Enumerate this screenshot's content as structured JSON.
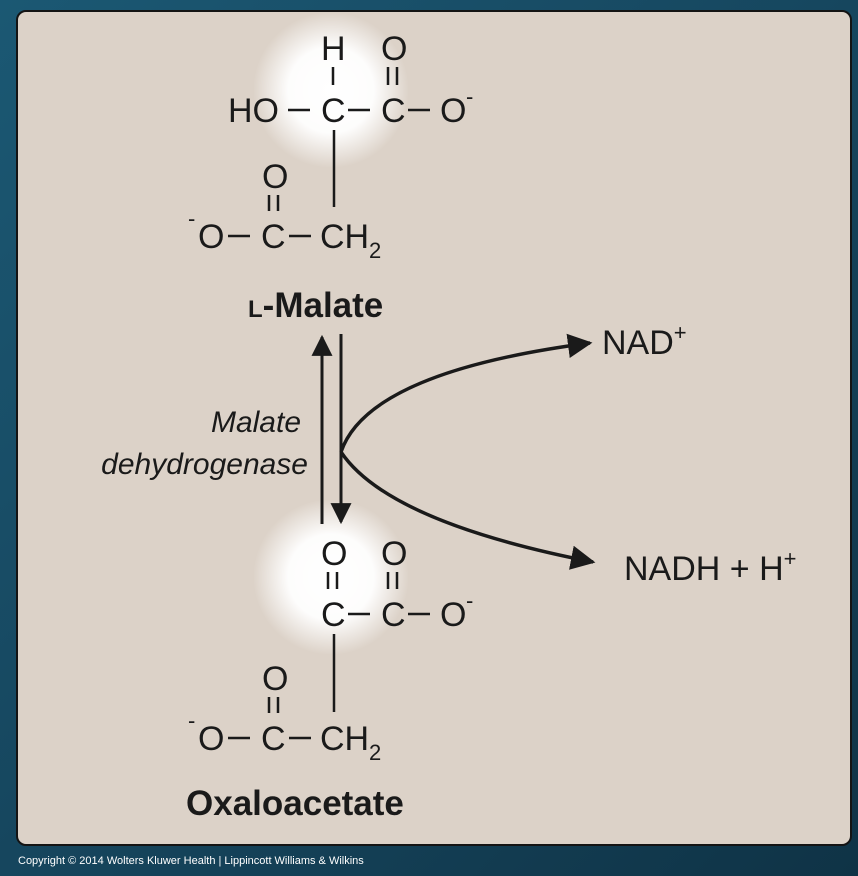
{
  "malate": {
    "name_prefix": "L",
    "name_rest": "-Malate",
    "top_h": "H",
    "top_o": "O",
    "line1_a": "HO",
    "c": "C",
    "o": "O",
    "charge": "-",
    "line3_a": "O",
    "ch": "CH",
    "sub2": "2"
  },
  "oxaloacetate": {
    "name": "Oxaloacetate",
    "o": "O",
    "c": "C",
    "charge": "-",
    "ch": "CH",
    "sub2": "2"
  },
  "enzyme": {
    "line1": "Malate",
    "line2": "dehydrogenase"
  },
  "cofactors": {
    "nad": "NAD",
    "nad_charge": "+",
    "nadh": "NADH + H",
    "nadh_charge": "+"
  },
  "copyright": "Copyright © 2014 Wolters Kluwer Health | Lippincott Williams & Wilkins",
  "colors": {
    "panel": "#dcd2c8",
    "outer_bg": "#16465e",
    "ink": "#1a1a1a",
    "glow": "#ffffff"
  }
}
